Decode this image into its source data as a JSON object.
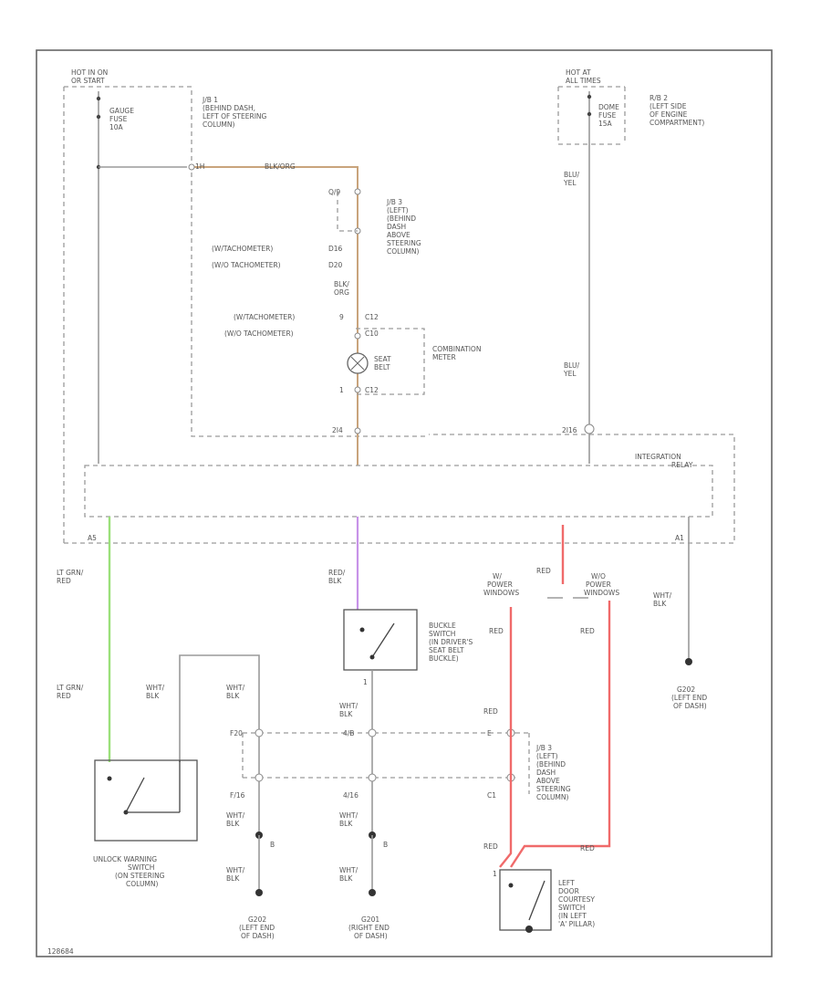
{
  "labels": {
    "hot_in_on": "HOT IN ON",
    "or_start": "OR START",
    "gauge_fuse": "GAUGE",
    "gauge_fuse_2": "FUSE",
    "gauge_fuse_amps": "10A",
    "jb1_1": "J/B 1",
    "jb1_2": "(BEHIND DASH,",
    "jb1_3": "LEFT OF STEERING",
    "jb1_4": "COLUMN)",
    "hot_at": "HOT AT",
    "all_times": "ALL TIMES",
    "dome_fuse": "DOME",
    "dome_fuse_2": "FUSE",
    "dome_fuse_amps": "15A",
    "rb2_1": "R/B 2",
    "rb2_2": "(LEFT SIDE",
    "rb2_3": "OF ENGINE",
    "rb2_4": "COMPARTMENT)",
    "pin_1h": "1H",
    "wire_blk_org_top": "BLK/ORG",
    "pin_q9": "Q/9",
    "jb3a_1": "J/B 3",
    "jb3a_2": "(LEFT)",
    "jb3a_3": "(BEHIND",
    "jb3a_4": "DASH",
    "jb3a_5": "ABOVE",
    "jb3a_6": "STEERING",
    "jb3a_7": "COLUMN)",
    "with_tach": "(W/TACHOMETER)",
    "without_tach": "(W/O TACHOMETER)",
    "pin_d16": "D16",
    "pin_d20": "D20",
    "wire_blk": "BLK/",
    "wire_org": "ORG",
    "pin_9": "9",
    "pin_c12": "C12",
    "pin_c10": "C10",
    "combination_meter": "COMBINATION",
    "meter": "METER",
    "seat_belt_1": "SEAT",
    "seat_belt_2": "BELT",
    "wire_blu_yel_1a": "BLU/",
    "wire_blu_yel_1b": "YEL",
    "wire_blu_yel_2a": "BLU/",
    "wire_blu_yel_2b": "YEL",
    "pin_1": "1",
    "pin_c12b": "C12",
    "pin_2i4": "2I4",
    "pin_2i16": "2I16",
    "integration_1": "INTEGRATION",
    "integration_2": "RELAY",
    "pin_a5": "A5",
    "pin_a1": "A1",
    "lt_grn_1": "LT GRN/",
    "lt_grn_2": "RED",
    "red_blk_1": "RED/",
    "red_blk_2": "BLK",
    "red_top": "RED",
    "wpower_1": "W/",
    "wpower_2": "POWER",
    "wpower_3": "WINDOWS",
    "wopower_1": "W/O",
    "wopower_2": "POWER",
    "wopower_3": "WINDOWS",
    "wht_blk_r1": "WHT/",
    "wht_blk_r2": "BLK",
    "buckle_1": "BUCKLE",
    "buckle_2": "SWITCH",
    "buckle_3": "(IN DRIVER'S",
    "buckle_4": "SEAT BELT",
    "buckle_5": "BUCKLE)",
    "red_left": "RED",
    "red_right": "RED",
    "g202_1": "G202",
    "g202_2": "(LEFT END",
    "g202_3": "OF DASH)",
    "lt_grn_3": "LT GRN/",
    "lt_grn_4": "RED",
    "wht_blk_a1": "WHT/",
    "wht_blk_a2": "BLK",
    "wht_blk_b1": "WHT/",
    "wht_blk_b2": "BLK",
    "pin_buckle_1": "1",
    "wht_blk_c1": "WHT/",
    "wht_blk_c2": "BLK",
    "red_mid": "RED",
    "pin_f20": "F20",
    "pin_4b": "4/B",
    "pin_e": "E",
    "pin_f16": "F/16",
    "pin_4_16": "4/16",
    "pin_c1": "C1",
    "jb3b_1": "J/B 3",
    "jb3b_2": "(LEFT)",
    "jb3b_3": "(BEHIND",
    "jb3b_4": "DASH",
    "jb3b_5": "ABOVE",
    "jb3b_6": "STEERING",
    "jb3b_7": "COLUMN)",
    "wht_blk_d1": "WHT/",
    "wht_blk_d2": "BLK",
    "pin_b1": "B",
    "wht_blk_e1": "WHT/",
    "wht_blk_e2": "BLK",
    "pin_b2": "B",
    "wht_blk_f1": "WHT/",
    "wht_blk_f2": "BLK",
    "wht_blk_g1": "WHT/",
    "wht_blk_g2": "BLK",
    "red_bl": "RED",
    "red_br": "RED",
    "pin_door_1": "1",
    "unlock_1": "UNLOCK WARNING",
    "unlock_2": "SWITCH",
    "unlock_3": "(ON STEERING",
    "unlock_4": "COLUMN)",
    "g202b_1": "G202",
    "g202b_2": "(LEFT END",
    "g202b_3": "OF DASH)",
    "g201_1": "G201",
    "g201_2": "(RIGHT END",
    "g201_3": "OF DASH)",
    "door_1": "LEFT",
    "door_2": "DOOR",
    "door_3": "COURTESY",
    "door_4": "SWITCH",
    "door_5": "(IN LEFT",
    "door_6": "'A' PILLAR)",
    "diagram_id": "128684"
  },
  "colors": {
    "wire_blk_org": "#c9a47c",
    "wire_lt_grn_red": "#9be07a",
    "wire_red_blk": "#c792e8",
    "wire_red": "#f06a6a",
    "wire_plain": "#9a9a9a"
  }
}
